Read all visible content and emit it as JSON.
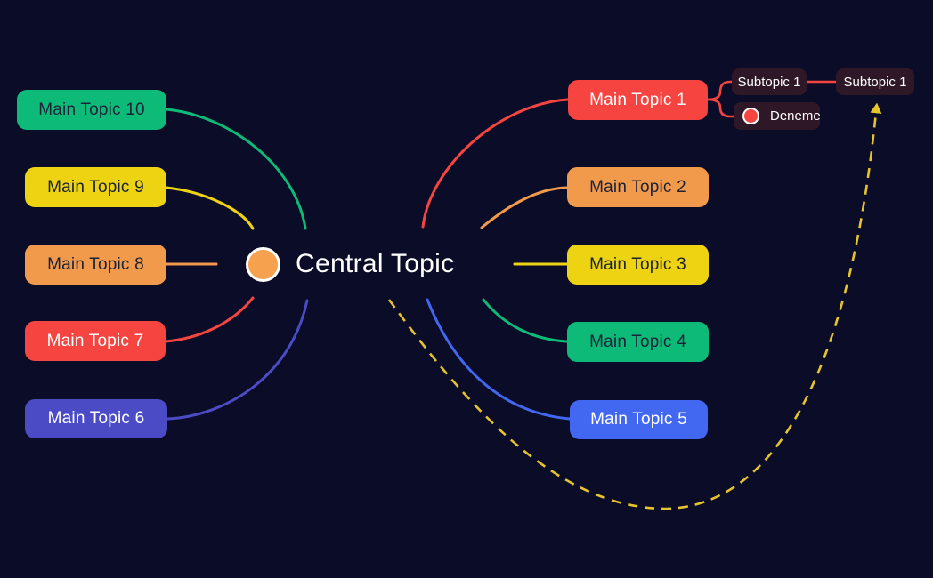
{
  "canvas": {
    "background_color": "#0b0c27",
    "title": "Mind map canvas"
  },
  "central_topic": {
    "label": "Central Topic",
    "icon": "orange-circle-icon",
    "icon_color": "#f5a14e"
  },
  "main_topics": [
    {
      "label": "Main Topic 1",
      "color": "#f64440",
      "text_color": "#ffffff",
      "side": "right"
    },
    {
      "label": "Main Topic 2",
      "color": "#f29a4b",
      "text_color": "#1a2238",
      "side": "right"
    },
    {
      "label": "Main Topic 3",
      "color": "#eed312",
      "text_color": "#1a2238",
      "side": "right"
    },
    {
      "label": "Main Topic 4",
      "color": "#0eba77",
      "text_color": "#1a2238",
      "side": "right"
    },
    {
      "label": "Main Topic 5",
      "color": "#4268f2",
      "text_color": "#ffffff",
      "side": "right"
    },
    {
      "label": "Main Topic 6",
      "color": "#4b4cc5",
      "text_color": "#ffffff",
      "side": "left"
    },
    {
      "label": "Main Topic 7",
      "color": "#f64440",
      "text_color": "#ffffff",
      "side": "left"
    },
    {
      "label": "Main Topic 8",
      "color": "#f29a4b",
      "text_color": "#1a2238",
      "side": "left"
    },
    {
      "label": "Main Topic 9",
      "color": "#eed312",
      "text_color": "#1a2238",
      "side": "left"
    },
    {
      "label": "Main Topic 10",
      "color": "#0eba77",
      "text_color": "#1a2238",
      "side": "left"
    }
  ],
  "subtopics": [
    {
      "label": "Subtopic 1",
      "parent": "Main Topic 1",
      "color": "#2e1727",
      "text_color": "#ffffff"
    },
    {
      "label": "Deneme",
      "parent": "Main Topic 1",
      "color": "#2e1727",
      "text_color": "#ffffff",
      "icon": "red-circle-icon",
      "icon_color": "#f64440"
    },
    {
      "label": "Subtopic 1",
      "parent": "Subtopic 1",
      "color": "#2e1727",
      "text_color": "#ffffff"
    }
  ],
  "annotation_arrow": {
    "style": "dashed",
    "color": "#e5c42e",
    "points_to": "Subtopic 1"
  }
}
